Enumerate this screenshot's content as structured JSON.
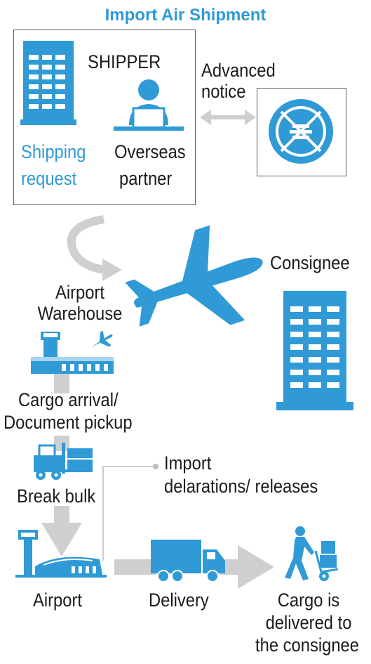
{
  "title": "Import Air Shipment",
  "shipper": {
    "heading": "SHIPPER",
    "request_line1": "Shipping",
    "request_line2": "request",
    "partner_line1": "Overseas",
    "partner_line2": "partner"
  },
  "notice": {
    "line1": "Advanced",
    "line2": "notice"
  },
  "consignee": "Consignee",
  "warehouse": {
    "line1": "Airport",
    "line2": "Warehouse"
  },
  "cargo_arrival": {
    "line1": "Cargo arrival/",
    "line2": "Document pickup"
  },
  "break_bulk": "Break bulk",
  "import_decl": {
    "line1": "Import",
    "line2": "delarations/ releases"
  },
  "airport": "Airport",
  "delivery": "Delivery",
  "delivered": {
    "line1": "Cargo is",
    "line2": "delivered to",
    "line3": "the consignee"
  },
  "colors": {
    "accent": "#2f9ad6",
    "arrow": "#cfcfcf",
    "text": "#1b1b1b"
  },
  "icons": [
    "building-icon",
    "person-at-desk-icon",
    "customs-emblem-icon",
    "airplane-icon",
    "warehouse-icon",
    "forklift-icon",
    "control-tower-icon",
    "truck-icon",
    "hand-truck-worker-icon"
  ]
}
